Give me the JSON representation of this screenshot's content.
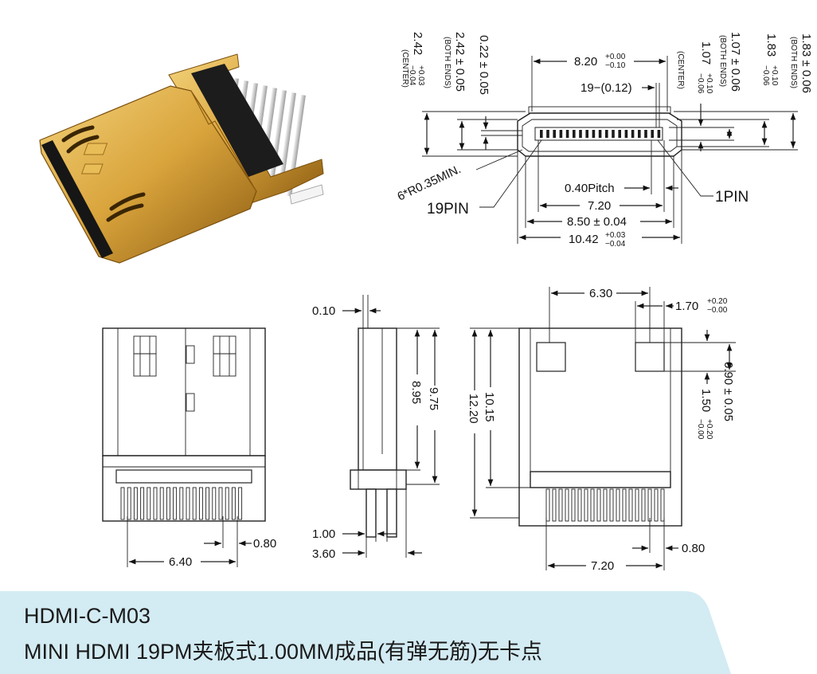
{
  "footer": {
    "model": "HDMI-C-M03",
    "description": "MINI HDMI 19PM夹板式1.00MM成品(有弹无筋)无卡点"
  },
  "front_view": {
    "width_top": "8.20",
    "width_top_tol_plus": "+0.00",
    "width_top_tol_minus": "−0.10",
    "pin_spacing": "19−(0.12)",
    "height_left_center": "2.42",
    "height_left_center_tol_plus": "+0.03",
    "height_left_center_tol_minus": "−0.04",
    "center_note": "(CENTER)",
    "height_left_ends": "2.42 ± 0.05",
    "both_ends_note": "(BOTH ENDS)",
    "wall": "0.22 ± 0.05",
    "inner_center": "1.07",
    "inner_center_tol_plus": "+0.10",
    "inner_center_tol_minus": "−0.06",
    "inner_ends": "1.07 ± 0.06",
    "outer_center": "1.83",
    "outer_center_tol_plus": "+0.10",
    "outer_center_tol_minus": "−0.06",
    "outer_ends": "1.83 ± 0.06",
    "corner_radius": "6*R0.35MIN.",
    "pitch": "0.40Pitch",
    "pin_span": "7.20",
    "inner_width": "8.50 ± 0.04",
    "outer_width": "10.42",
    "outer_width_tol_plus": "+0.03",
    "outer_width_tol_minus": "−0.04",
    "pin_19_label": "19PIN",
    "pin_1_label": "1PIN"
  },
  "top_view": {
    "pin_pitch": "0.80",
    "pin_span": "6.40"
  },
  "side_view": {
    "shell_thickness": "0.10",
    "body_length": "8.95",
    "total_length": "9.75",
    "board_thickness": "1.00",
    "overall_thickness": "3.60"
  },
  "bottom_view": {
    "tab_distance": "6.30",
    "tab_width": "1.70",
    "tab_width_tol_plus": "+0.20",
    "tab_width_tol_minus": "−0.00",
    "tab_height": "0.90 ± 0.05",
    "tab_offset": "1.50",
    "tab_offset_tol_plus": "+0.20",
    "tab_offset_tol_minus": "−0.00",
    "inner_height": "10.15",
    "outer_height": "12.20",
    "pin_pitch": "0.80",
    "pin_span": "7.20"
  },
  "colors": {
    "footer_band": "#d3ebf3",
    "gold_light": "#f3d27a",
    "gold_mid": "#d9a43c",
    "gold_dark": "#8d5d12",
    "pin_silver": "#d9d9d9",
    "black_insulator": "#1c1c1c"
  }
}
